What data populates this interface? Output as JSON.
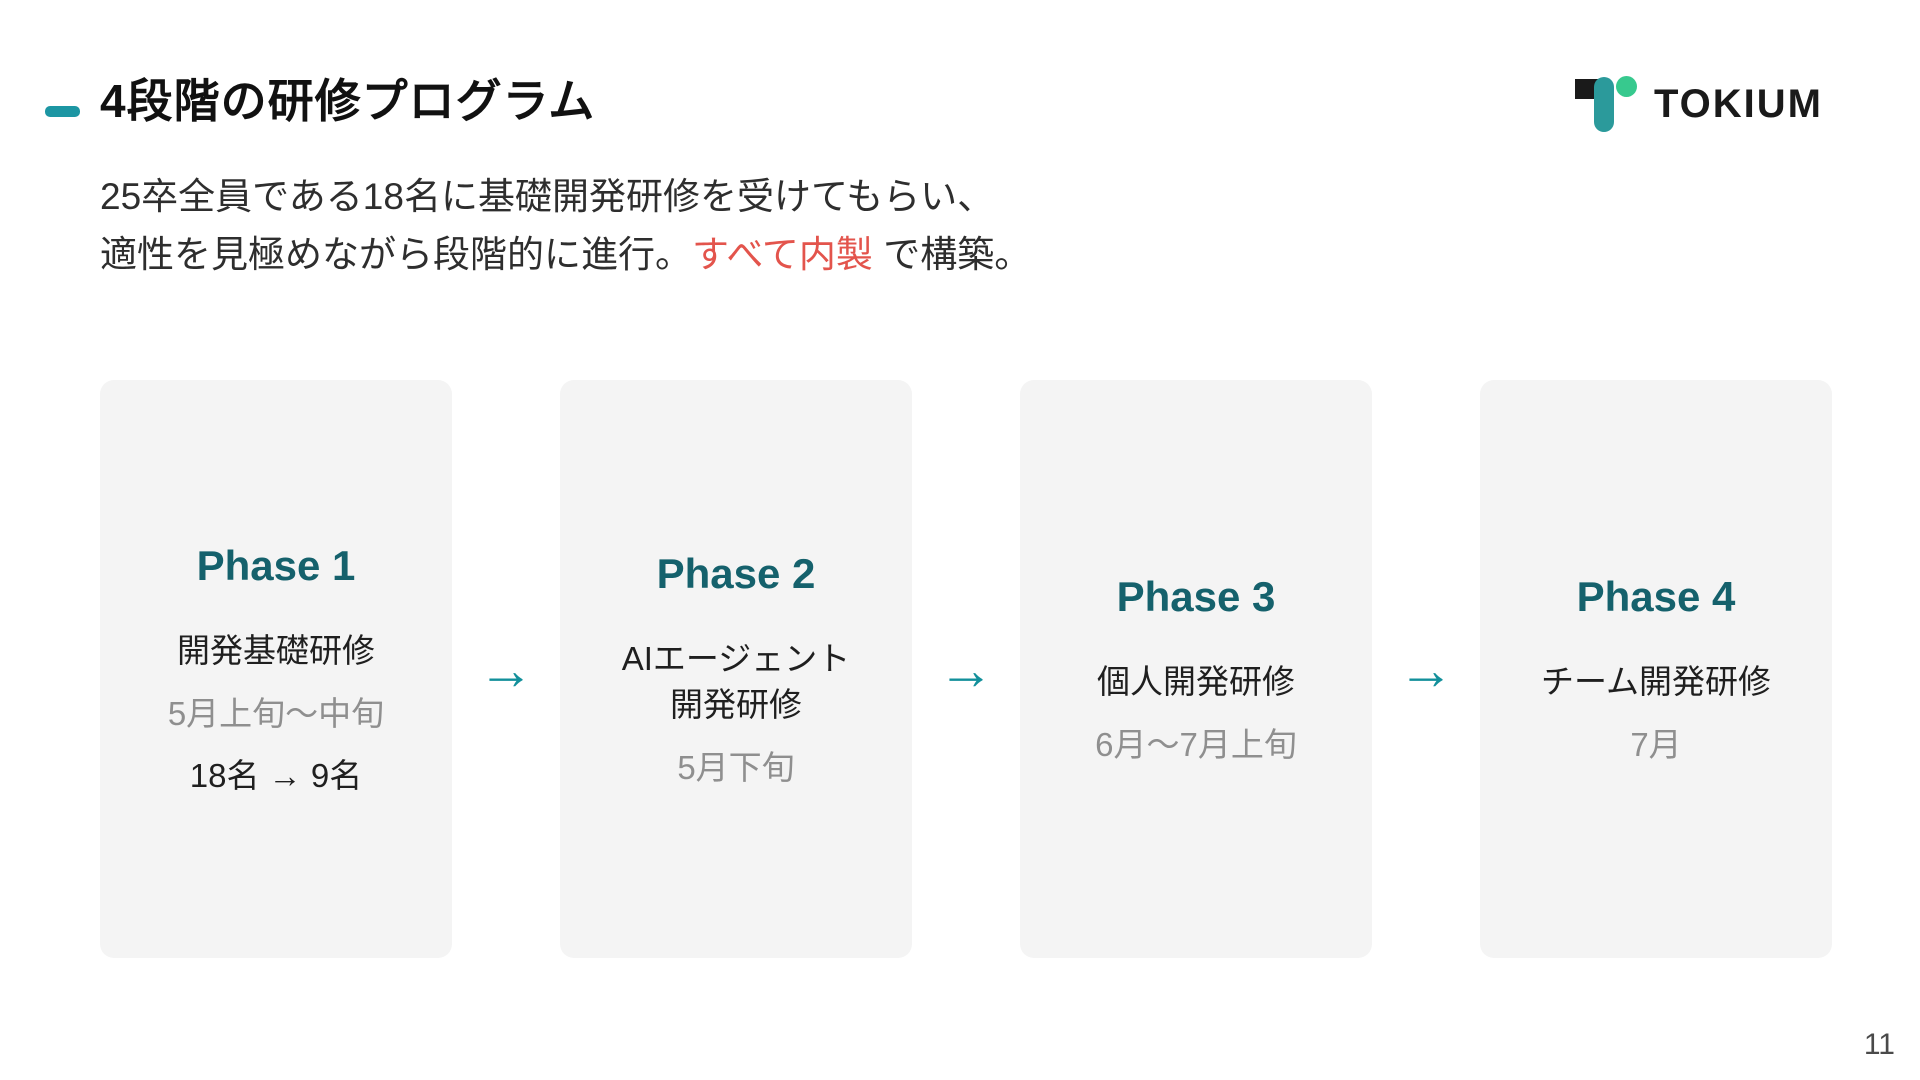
{
  "header": {
    "title": "4段階の研修プログラム"
  },
  "logo": {
    "text": "TOKIUM",
    "colors": {
      "black": "#1A1A1A",
      "teal": "#2B9A9B",
      "green": "#37C98E"
    }
  },
  "intro": {
    "line1": "25卒全員である18名に基礎開発研修を受けてもらい、",
    "line2_before": "適性を見極めながら段階的に進行。",
    "line2_highlight": "すべて内製",
    "line2_after": " で構築。"
  },
  "phases": [
    {
      "title": "Phase 1",
      "name": "開発基礎研修",
      "period": "5月上旬〜中旬",
      "note": "18名 → 9名"
    },
    {
      "title": "Phase 2",
      "name": "AIエージェント\n開発研修",
      "period": "5月下旬"
    },
    {
      "title": "Phase 3",
      "name": "個人開発研修",
      "period": "6月〜7月上旬"
    },
    {
      "title": "Phase 4",
      "name": "チーム開発研修",
      "period": "7月"
    }
  ],
  "arrow": {
    "glyph": "→"
  },
  "footer": {
    "page_number": "11"
  },
  "colors": {
    "accent_teal_dash": "#1C96A3",
    "phase_title_teal": "#15616C",
    "arrow_teal": "#13909B",
    "highlight_red": "#E3544C",
    "card_background": "#F4F4F4",
    "muted_gray": "#8F8F8F"
  }
}
